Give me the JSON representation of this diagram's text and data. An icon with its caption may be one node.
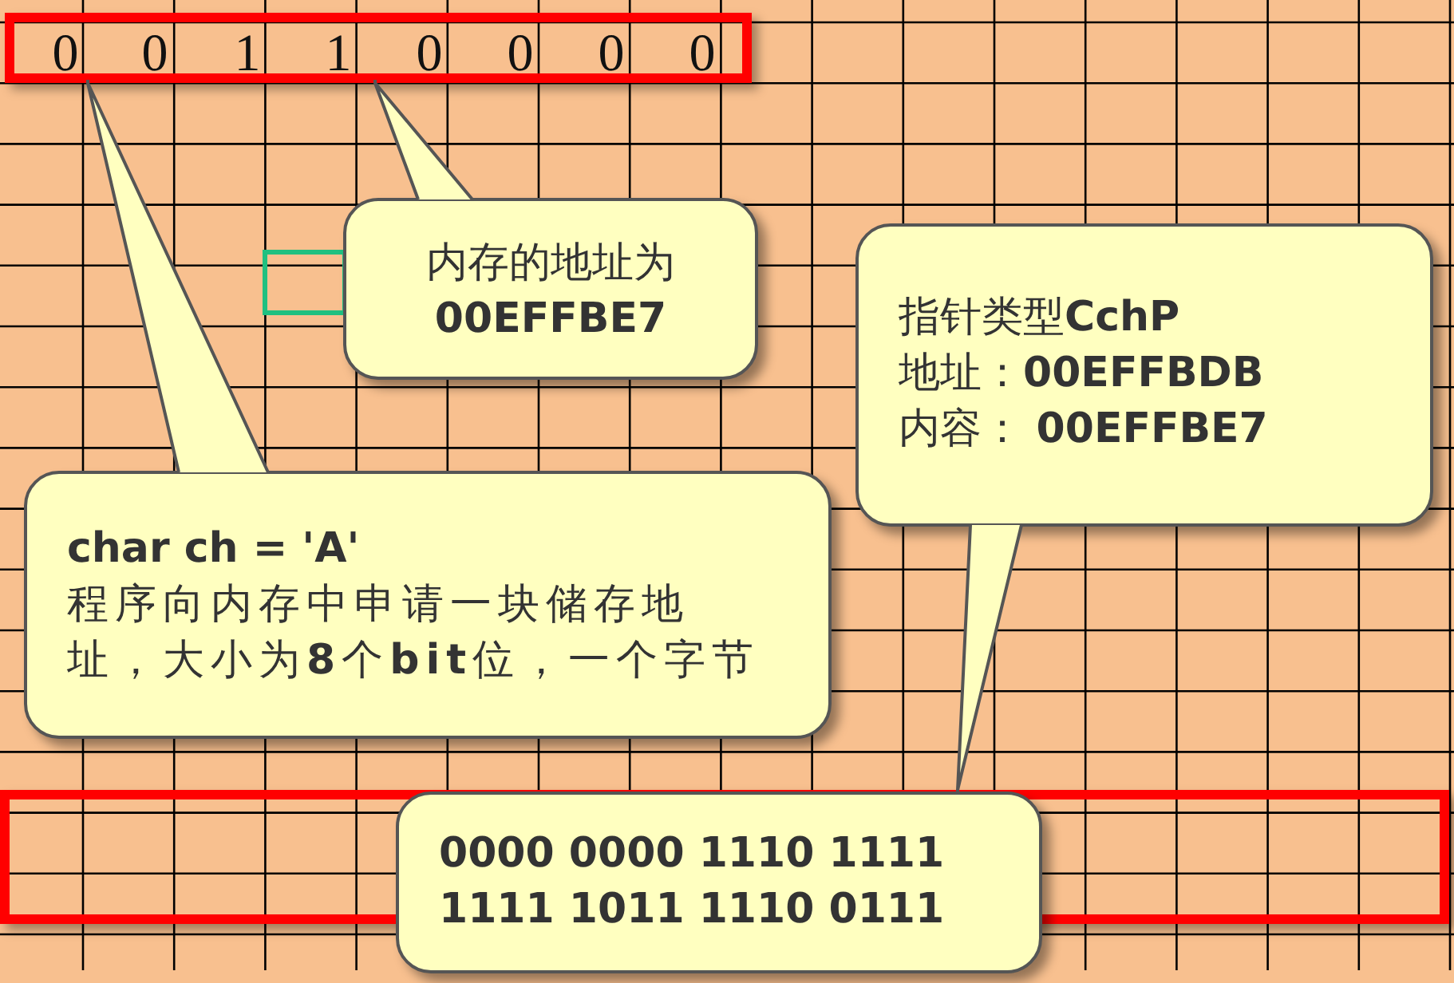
{
  "diagram": {
    "nodes": [
      {
        "text": [
          "0",
          "0",
          "1",
          "1",
          "0",
          "0",
          "0",
          "0"
        ]
      },
      {
        "text": [
          "内存的地址为",
          "00EFFBE7"
        ]
      },
      {
        "text": [
          "char ch = 'A'",
          "程序向内存中申请一块储存地址，大小为**8**个**bit**位，一个字节"
        ]
      },
      {
        "text": [
          "指针类型**CchP**",
          "地址：**00EFFBDB**",
          "内容： **00EFFBE7**"
        ]
      },
      {
        "text": [],
        "shape": "box"
      },
      {
        "text": [
          "0000 0000 1110 1111",
          "1111 1011 1110 0111"
        ]
      }
    ],
    "edges": [
      {
        "from": 1,
        "to": 0,
        "arrow": "none"
      },
      {
        "from": 2,
        "to": 0,
        "arrow": "none"
      },
      {
        "from": 3,
        "to": 4,
        "arrow": "none"
      }
    ]
  }
}
